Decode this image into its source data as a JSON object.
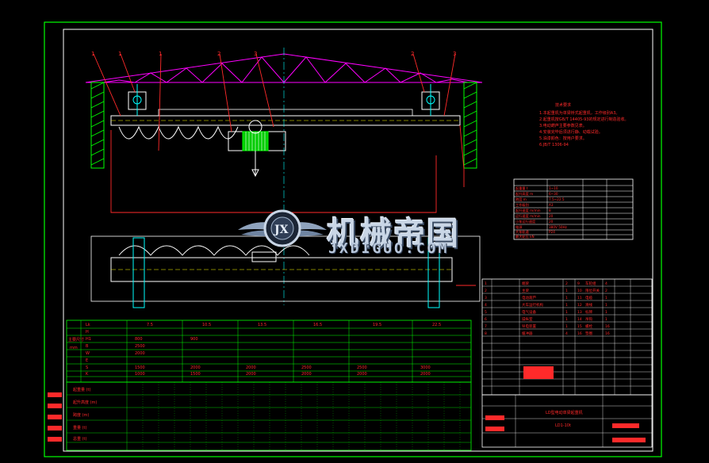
{
  "colors": {
    "background": "#000000",
    "frame": "#00ff00",
    "red": "#ff2a2a",
    "white": "#ffffff",
    "magenta": "#ff00ff",
    "green": "#00ff00",
    "cyan": "#00ffff",
    "yellow": "#ffff00"
  },
  "callouts": [
    "1",
    "1",
    "1",
    "2",
    "3",
    "2",
    "3"
  ],
  "notes_lines": [
    "技术要求",
    "1.本起重机为单梁桥式起重机，工作级别A3。",
    "2.起重机按GB/T 14405-93的规定进行制造验收。",
    "3.电动葫芦主要参数见表。",
    "4.安装完毕后须进行静、动载试验。",
    "5.油漆颜色：按用户要求。",
    "6.JB/T 1306-94"
  ],
  "spec_table_rows": [
    [
      "起重量 t",
      "1~10",
      "",
      ""
    ],
    [
      "起升高度 m",
      "6~30",
      "",
      ""
    ],
    [
      "跨度 m",
      "7.5~22.5",
      "",
      ""
    ],
    [
      "工作级别",
      "A3",
      "",
      ""
    ],
    [
      "起升速度 m/min",
      "8",
      "",
      ""
    ],
    [
      "运行速度 m/min",
      "20",
      "",
      ""
    ],
    [
      "小车运行速度",
      "20",
      "",
      ""
    ],
    [
      "电源",
      "380V 50Hz",
      "",
      ""
    ],
    [
      "大车轨道",
      "P24",
      "",
      ""
    ],
    [
      "最大轮压 kN",
      "",
      "",
      ""
    ]
  ],
  "bottom_table": {
    "header": [
      "Lk",
      "7.5",
      "10.5",
      "13.5",
      "16.5",
      "19.5",
      "22.5"
    ],
    "rows": [
      [
        "H",
        "",
        "",
        "",
        "",
        "",
        ""
      ],
      [
        "H1",
        "800",
        "900",
        "",
        "",
        "",
        ""
      ],
      [
        "B",
        "2500",
        "",
        "",
        "",
        "",
        ""
      ],
      [
        "W",
        "2000",
        "",
        "",
        "",
        "",
        ""
      ],
      [
        "E",
        "",
        "",
        "",
        "",
        "",
        ""
      ],
      [
        "S",
        "1500",
        "2000",
        "2000",
        "2500",
        "2500",
        "3000"
      ],
      [
        "K",
        "1000",
        "1500",
        "2000",
        "2000",
        "2000",
        "2000"
      ]
    ]
  },
  "left_stub_labels": [
    "主要尺寸",
    "mm"
  ],
  "lower_rows_labels": [
    "起重量 (t)",
    "起升高度 (m)",
    "跨度 (m)",
    "重量 (t)",
    "总重 (t)"
  ],
  "parts_list": [
    [
      "1",
      "端梁",
      "2"
    ],
    [
      "2",
      "主梁",
      "1"
    ],
    [
      "3",
      "电动葫芦",
      "1"
    ],
    [
      "4",
      "大车运行机构",
      "1"
    ],
    [
      "5",
      "电气设备",
      "1"
    ],
    [
      "6",
      "操纵室",
      "1"
    ],
    [
      "7",
      "导电装置",
      "1"
    ],
    [
      "8",
      "缓冲器",
      "4"
    ],
    [
      "9",
      "车轮组",
      "4"
    ],
    [
      "10",
      "限位开关",
      "2"
    ],
    [
      "11",
      "电缆",
      "1"
    ],
    [
      "12",
      "滑线",
      "1"
    ],
    [
      "13",
      "标牌",
      "1"
    ],
    [
      "14",
      "吊钩",
      "1"
    ],
    [
      "15",
      "螺栓",
      "16"
    ],
    [
      "16",
      "垫圈",
      "16"
    ]
  ],
  "title_block": {
    "title": "LD型电动单梁起重机",
    "drawing_no": "LD1-10t"
  },
  "watermark": {
    "cn": "机械帝国",
    "en": "JXDIGUO.COM",
    "emblem": "JX"
  }
}
